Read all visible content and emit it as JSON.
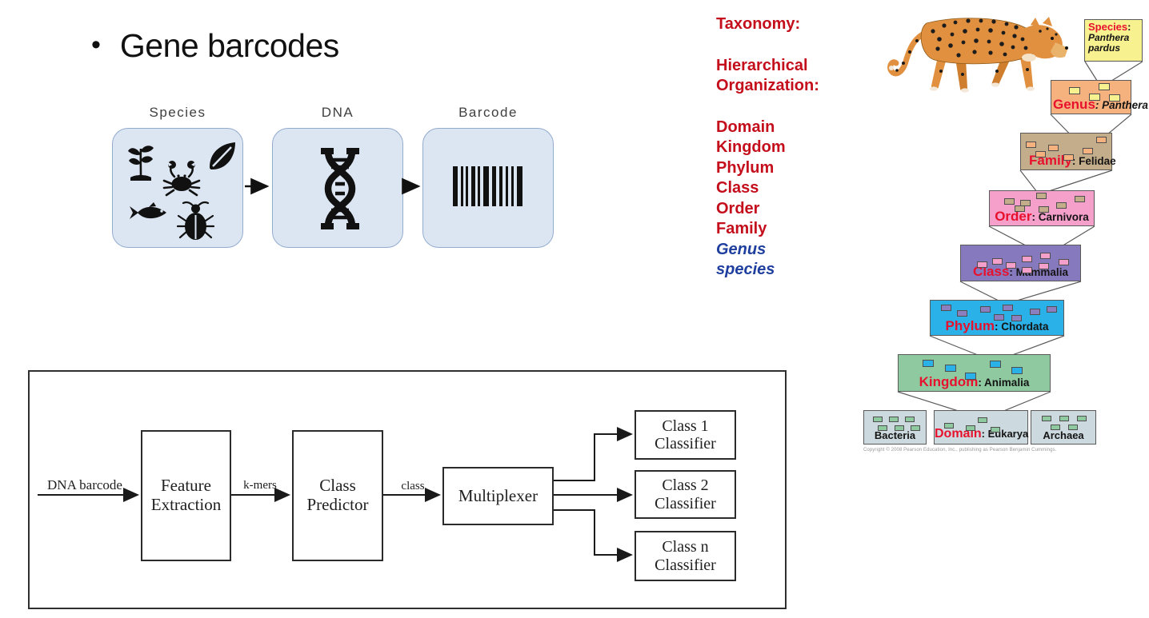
{
  "slide": {
    "bullet_glyph": "•",
    "title": "Gene barcodes"
  },
  "pipeline": {
    "box_fill": "#dce6f2",
    "box_border": "#93abcd",
    "labels": {
      "species": "Species",
      "dna": "DNA",
      "barcode": "Barcode"
    },
    "icons": [
      "seedling-icon",
      "crab-icon",
      "leaf-icon",
      "fish-icon",
      "beetle-icon",
      "dna-helix-icon",
      "barcode-icon"
    ]
  },
  "flowchart": {
    "input_label": "DNA barcode",
    "feature_box": "Feature Extraction",
    "kmers_label": "k-mers",
    "predictor_box": "Class Predictor",
    "class_label": "class",
    "multiplexer_box": "Multiplexer",
    "classifier_boxes": [
      "Class 1 Classifier",
      "Class 2 Classifier",
      "Class n Classifier"
    ]
  },
  "taxonomy": {
    "heading": "Taxonomy:",
    "subheading_line1": "Hierarchical",
    "subheading_line2": "Organization:",
    "red_levels": [
      "Domain",
      "Kingdom",
      "Phylum",
      "Class",
      "Order",
      "Family"
    ],
    "blue_levels": [
      "Genus",
      "species"
    ],
    "red_color": "#c40e1c",
    "blue_color": "#1f3f9f"
  },
  "pyramid": {
    "label_color": "#e8112d",
    "species_callout": {
      "label": "Species",
      "colon": ":",
      "line1": "Panthera",
      "line2": "pardus",
      "fill": "#f8f18f"
    },
    "levels": [
      {
        "label": "Genus",
        "value": ": Panthera",
        "fill": "#f6b27e",
        "chip_fill": "#f8f18f"
      },
      {
        "label": "Family",
        "value": ": Felidae",
        "fill": "#c4ad8a",
        "chip_fill": "#f6b27e"
      },
      {
        "label": "Order",
        "value": ": Carnivora",
        "fill": "#f59fcb",
        "chip_fill": "#c4ad8a"
      },
      {
        "label": "Class",
        "value": ": Mammalia",
        "fill": "#8679bd",
        "chip_fill": "#f59fcb"
      },
      {
        "label": "Phylum",
        "value": ": Chordata",
        "fill": "#29b1e8",
        "chip_fill": "#8b7fc0"
      },
      {
        "label": "Kingdom",
        "value": ": Animalia",
        "fill": "#8ec9a0",
        "chip_fill": "#29b1e8"
      }
    ],
    "domain_row": {
      "fill": "#ccd9de",
      "chip_fill": "#8ec9a0",
      "bacteria": "Bacteria",
      "domain_label": "Domain",
      "domain_value": ": Eukarya",
      "archaea": "Archaea"
    },
    "copyright": "Copyright © 2008 Pearson Education, Inc., publishing as Pearson Benjamin Cummings."
  }
}
